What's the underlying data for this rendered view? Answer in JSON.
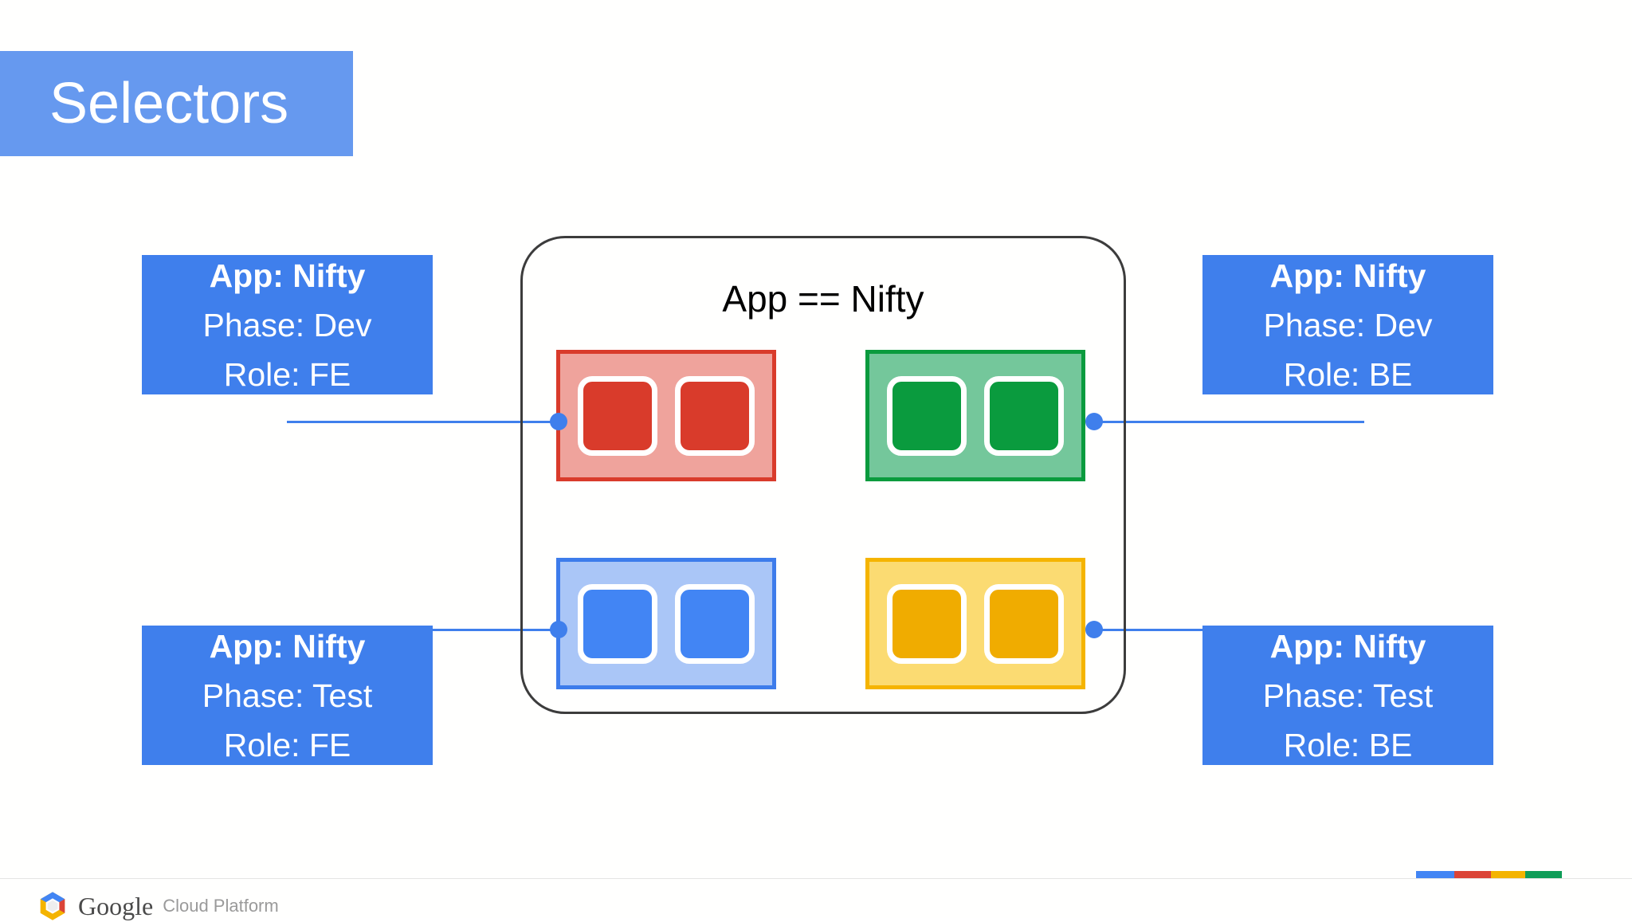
{
  "slide": {
    "title": "Selectors",
    "title_bg": "#6699ef"
  },
  "cluster": {
    "selector_expression": "App == Nifty",
    "border_color": "#3c3c3c",
    "pod_groups": [
      {
        "name": "frontend-dev",
        "color_name": "red",
        "fill": "#d93b2b",
        "background": "#efa39c",
        "pod_count": 2
      },
      {
        "name": "backend-dev",
        "color_name": "green",
        "fill": "#0a9b3e",
        "background": "#74c79b",
        "pod_count": 2
      },
      {
        "name": "frontend-test",
        "color_name": "blue",
        "fill": "#4285f4",
        "background": "#aac6f7",
        "pod_count": 2
      },
      {
        "name": "backend-test",
        "color_name": "yellow",
        "fill": "#f0ac00",
        "background": "#fbdb72",
        "pod_count": 2
      }
    ]
  },
  "labels": {
    "top_left": {
      "app": "App: Nifty",
      "phase": "Phase: Dev",
      "role": "Role: FE"
    },
    "top_right": {
      "app": "App: Nifty",
      "phase": "Phase: Dev",
      "role": "Role: BE"
    },
    "bottom_left": {
      "app": "App: Nifty",
      "phase": "Phase: Test",
      "role": "Role: FE"
    },
    "bottom_right": {
      "app": "App: Nifty",
      "phase": "Phase: Test",
      "role": "Role: BE"
    },
    "box_color": "#3f7fec"
  },
  "footer": {
    "brand_primary": "Google",
    "brand_secondary": "Cloud Platform",
    "bar_colors": [
      "#4285f4",
      "#db4437",
      "#f4b400",
      "#0f9d58"
    ]
  }
}
